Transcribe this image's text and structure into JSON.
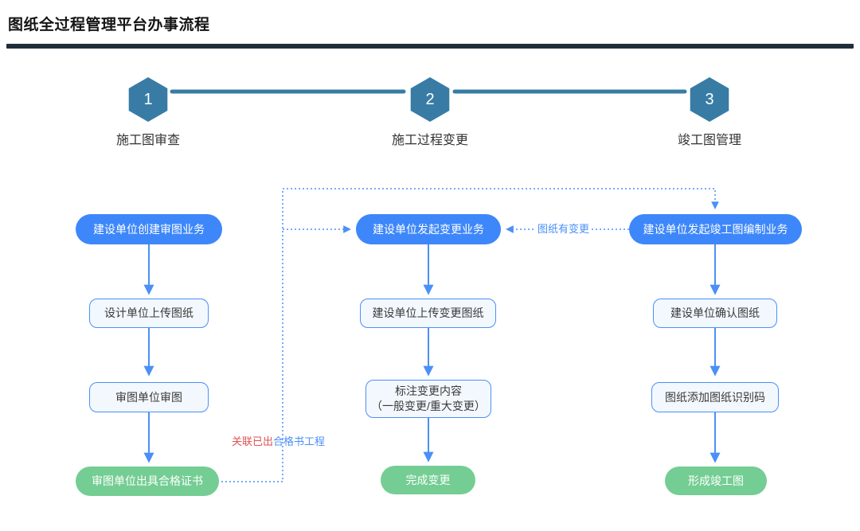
{
  "page": {
    "title": "图纸全过程管理平台办事流程"
  },
  "steps": [
    {
      "num": "1",
      "label": "施工图审查"
    },
    {
      "num": "2",
      "label": "施工过程变更"
    },
    {
      "num": "3",
      "label": "竣工图管理"
    }
  ],
  "flow": {
    "col1": {
      "start": "建设单位创建审图业务",
      "task1": "设计单位上传图纸",
      "task2": "审图单位审图",
      "end": "审图单位出具合格证书"
    },
    "col2": {
      "start": "建设单位发起变更业务",
      "task1": "建设单位上传变更图纸",
      "task2": "标注变更内容\n（一般变更/重大变更）",
      "end": "完成变更"
    },
    "col3": {
      "start": "建设单位发起竣工图编制业务",
      "task1": "建设单位确认图纸",
      "task2": "图纸添加图纸识别码",
      "end": "形成竣工图"
    }
  },
  "labels": {
    "associate_prefix": "关联已出",
    "associate_suffix": "合格书工程",
    "drawing_changed": "图纸有变更"
  },
  "colors": {
    "node_blue": "#3d87fa",
    "line_blue": "#4a90f7",
    "node_green": "#74cd93",
    "step_blue": "#387ca6",
    "divider_navy": "#202e3c",
    "label_red": "#e05252"
  }
}
